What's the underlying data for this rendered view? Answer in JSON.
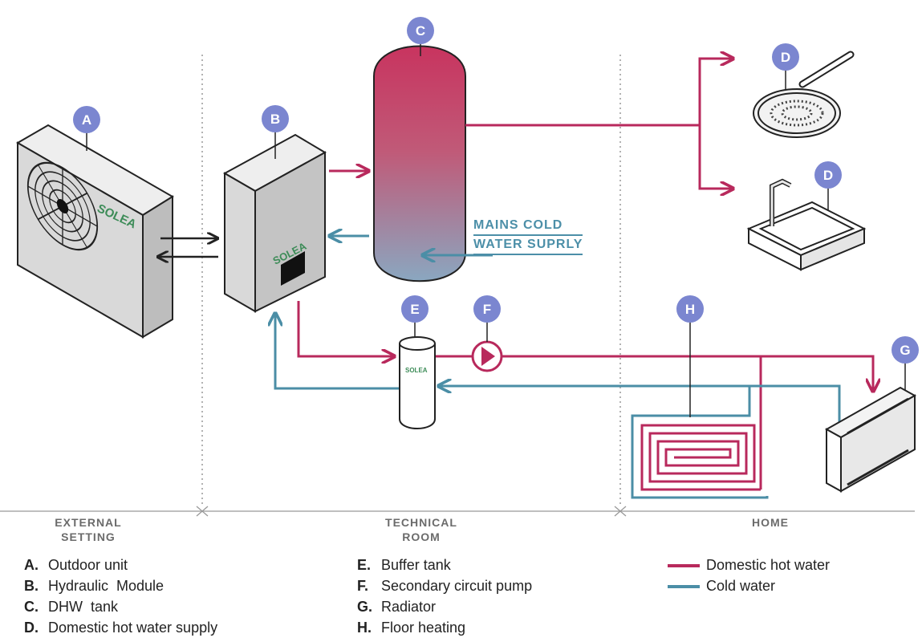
{
  "colors": {
    "hot": "#b8295c",
    "cold": "#4b8ea6",
    "badge": "#7b86d0",
    "unit_gray": "#d9d9d9",
    "outline": "#222222",
    "divider": "#9a9a9a"
  },
  "markers": {
    "a": "A",
    "b": "B",
    "c": "C",
    "d": "D",
    "e": "E",
    "f": "F",
    "g": "G",
    "h": "H"
  },
  "brand": {
    "logo_text": "SOLEA"
  },
  "mains_label": {
    "line1": "MAINS COLD",
    "line2": "WATER SUPRLY"
  },
  "zones": {
    "external_line1": "EXTERNAL",
    "external_line2": "SETTING",
    "technical_line1": "TECHNICAL",
    "technical_line2": "ROOM",
    "home": "HOME"
  },
  "legend_left": [
    {
      "key": "A.",
      "label": "Outdoor unit"
    },
    {
      "key": "B.",
      "label": "Hydraulic  Module"
    },
    {
      "key": "C.",
      "label": "DHW  tank"
    },
    {
      "key": "D.",
      "label": "Domestic hot water supply"
    }
  ],
  "legend_mid": [
    {
      "key": "E.",
      "label": "Buffer tank"
    },
    {
      "key": "F.",
      "label": "Secondary circuit pump"
    },
    {
      "key": "G.",
      "label": "Radiator"
    },
    {
      "key": "H.",
      "label": "Floor heating"
    }
  ],
  "legend_lines": [
    {
      "label": "Domestic hot water",
      "color": "#b8295c"
    },
    {
      "label": "Cold water",
      "color": "#4b8ea6"
    }
  ]
}
